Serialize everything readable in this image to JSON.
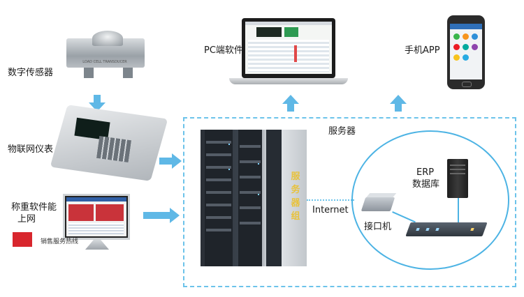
{
  "labels": {
    "sensor": "数字传感器",
    "indicator": "物联网仪表",
    "weigh_software_line1": "称重软件能",
    "weigh_software_line2": "上网",
    "hotline": "销售服务热线",
    "pc_software": "PC端软件",
    "mobile_app": "手机APP",
    "server": "服务器",
    "internet": "Internet",
    "erp_line1": "ERP",
    "erp_line2": "数据库",
    "interface_machine": "接口机",
    "server_cluster": "服务器组"
  },
  "sensor_plate": "LOAD CELL TRANSDUCER",
  "colors": {
    "arrow": "#5fb8e6",
    "dashed_border": "#6cc3ea",
    "circle_border": "#4cb3e4",
    "hotline_square": "#d8262d"
  },
  "icons": [
    "arrow-right-icon",
    "arrow-down-icon",
    "arrow-up-icon"
  ]
}
